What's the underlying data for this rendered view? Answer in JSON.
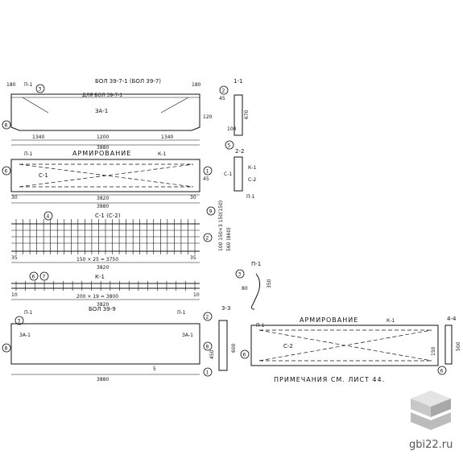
{
  "drawing": {
    "beam_top_title": "БОЛ 39-7-1 (БОЛ 39-7)",
    "beam_bottom_title": "БОЛ 39-9",
    "note_for": "ДЛЯ БОЛ 39-7-1",
    "armirovanie": "АРМИРОВАНИЕ",
    "armirovanie2": "АРМИРОВАНИЕ",
    "note": "ПРИМЕЧАНИЯ СМ. ЛИСТ 44.",
    "mesh_title": "С-1 (С-2)",
    "frame_title": "К-1",
    "section_1_1": "1-1",
    "section_2_2": "2-2",
    "section_3_3": "3-3",
    "section_4_4": "4-4",
    "loop_title": "П-1",
    "labels": {
      "p1": "П-1",
      "k1": "К-1",
      "c1": "С-1",
      "c2": "С-2",
      "za1": "ЗА-1",
      "n1": "1",
      "n2": "2",
      "n3": "3",
      "n4": "4",
      "n5": "5",
      "n6": "6",
      "n7": "7",
      "n8": "8",
      "n9": "9",
      "a45": "45"
    },
    "dims": {
      "d1340a": "1340",
      "d1200": "1200",
      "d1340b": "1340",
      "d3880": "3880",
      "d3820": "3820",
      "d3880b": "3880",
      "d30a": "30",
      "d30b": "30",
      "d35a": "35",
      "d35b": "35",
      "d150": "150 × 25 = 3750",
      "d3820b": "3820",
      "d10a": "10",
      "d10b": "10",
      "d200": "200 × 19 = 3800",
      "d3820c": "3820",
      "d3880c": "3880",
      "d180a": "180",
      "d180b": "180",
      "d120": "120",
      "d670": "670",
      "d100": "100",
      "d450": "450",
      "d600": "600",
      "d350": "350",
      "d80": "80",
      "d500": "500",
      "d150b": "150",
      "d1250": "100 150×3 150(150)",
      "d560": "560 (860)",
      "d5": "5"
    }
  },
  "watermark": {
    "text": "gbi22.ru"
  },
  "colors": {
    "ink": "#111111",
    "logo_light": "#e4e4e4",
    "logo_mid": "#c8c8c8",
    "logo_dark": "#a8a8a8"
  }
}
